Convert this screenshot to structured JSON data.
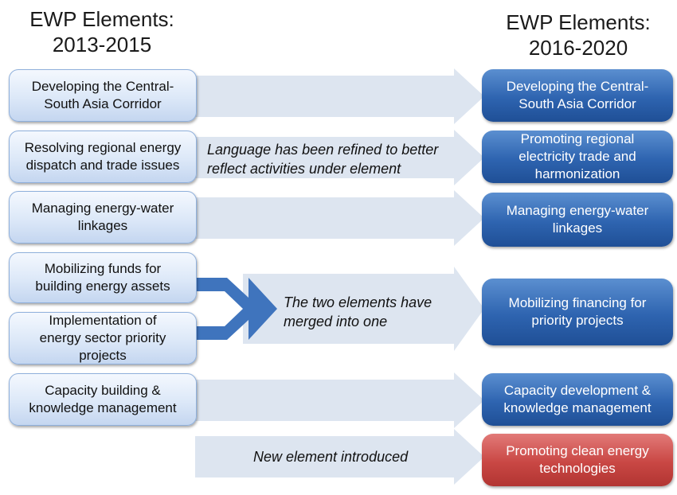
{
  "left_heading": {
    "line1": "EWP Elements:",
    "line2": "2013-2015"
  },
  "right_heading": {
    "line1": "EWP Elements:",
    "line2": "2016-2020"
  },
  "left_elements": [
    {
      "line1": "Developing the Central-",
      "line2": "South Asia Corridor"
    },
    {
      "line1": "Resolving regional energy",
      "line2": "dispatch and trade issues"
    },
    {
      "line1": "Managing energy-water",
      "line2": "linkages"
    },
    {
      "line1": "Mobilizing funds for",
      "line2": "building energy assets"
    },
    {
      "line1": "Implementation of",
      "line2": "energy sector priority",
      "line3": "projects"
    },
    {
      "line1": "Capacity building &",
      "line2": "knowledge management"
    }
  ],
  "right_elements": [
    {
      "line1": "Developing the Central-",
      "line2": "South Asia Corridor"
    },
    {
      "line1": "Promoting regional",
      "line2": "electricity trade and",
      "line3": "harmonization"
    },
    {
      "line1": "Managing energy-water",
      "line2": "linkages"
    },
    {
      "line1": "Mobilizing financing for",
      "line2": "priority projects"
    },
    {
      "line1": "Capacity development &",
      "line2": "knowledge management"
    },
    {
      "line1": "Promoting clean energy",
      "line2": "technologies"
    }
  ],
  "notes": {
    "refined": {
      "line1": "Language has been refined to better",
      "line2": "reflect activities under element"
    },
    "merged": {
      "line1": "The two elements have",
      "line2": "merged into one"
    },
    "new": "New element introduced"
  },
  "colors": {
    "arrow": "#dde5f0",
    "merge_arrow": "#3f74bd",
    "right_box": "#2e64b0",
    "new_box": "#c94744",
    "left_box": "#dce8f8"
  }
}
